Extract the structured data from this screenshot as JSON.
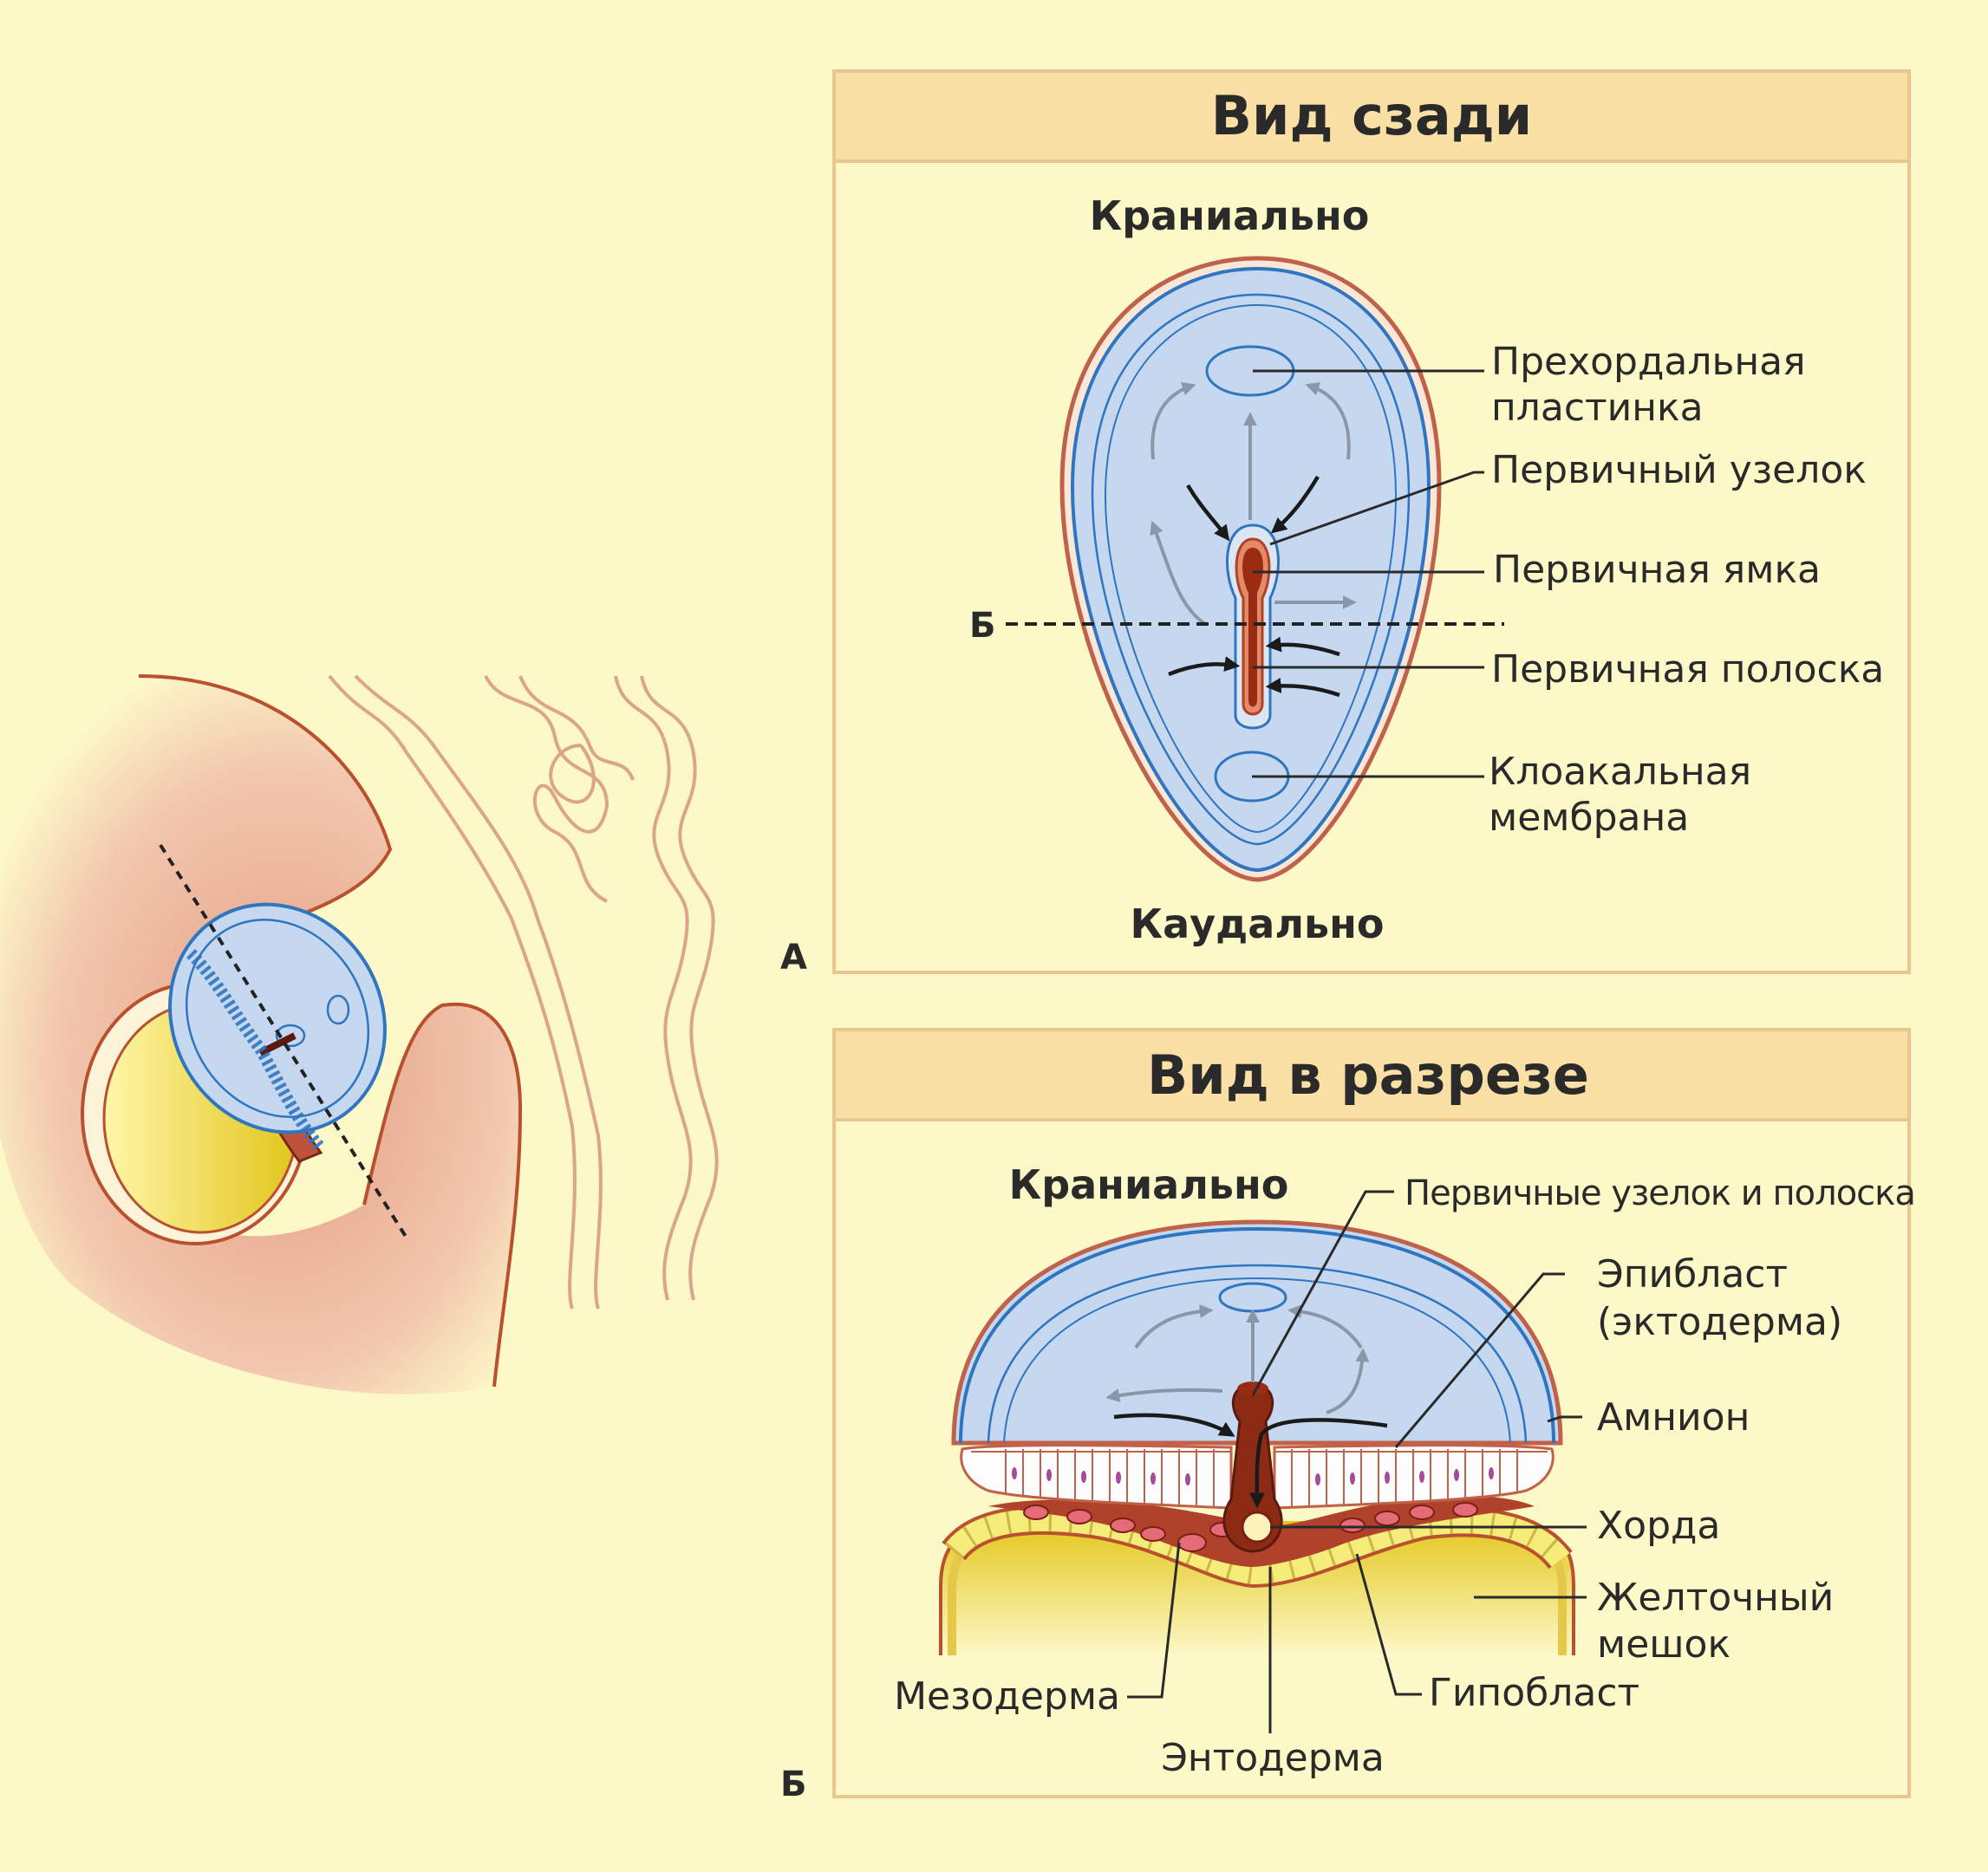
{
  "panels": {
    "top": {
      "title": "Вид сзади",
      "cranial": "Краниально",
      "caudal": "Каудально",
      "letter": "А",
      "section_marker": "Б",
      "labels": {
        "prechordal_1": "Прехордальная",
        "prechordal_2": "пластинка",
        "node": "Первичный узелок",
        "pit": "Первичная ямка",
        "streak": "Первичная полоска",
        "cloacal_1": "Клоакальная",
        "cloacal_2": "мембрана"
      }
    },
    "bottom": {
      "title": "Вид в разрезе",
      "cranial": "Краниально",
      "letter": "Б",
      "labels": {
        "node_streak": "Первичные узелок и полоска",
        "epiblast_1": "Эпибласт",
        "epiblast_2": "(эктодерма)",
        "amnion": "Амнион",
        "chorda": "Хорда",
        "yolk_1": "Желточный",
        "yolk_2": "мешок",
        "mesoderm": "Мезодерма",
        "hypoblast": "Гипобласт",
        "endoderm": "Энтодерма"
      }
    }
  },
  "colors": {
    "background": "#fdf8c8",
    "header": "#fbe0a6",
    "panel_border": "#e8c890",
    "amnion_blue": "#c5d8f0",
    "line_blue": "#2f75c0",
    "tissue_red": "#b0412a",
    "yolk": "#e6cc1e",
    "uterus": "#e9a98e"
  }
}
